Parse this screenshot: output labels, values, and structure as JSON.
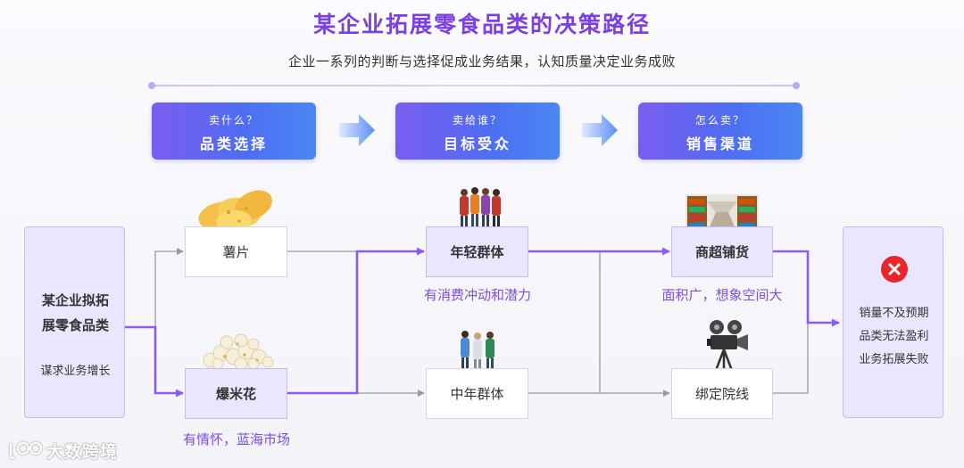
{
  "title": "某企业拓展零食品类的决策路径",
  "subtitle": "企业一系列的判断与选择促成业务结果，认知质量决定业务成败",
  "stages": [
    {
      "question": "卖什么？",
      "name": "品类选择"
    },
    {
      "question": "卖给谁？",
      "name": "目标受众"
    },
    {
      "question": "怎么卖？",
      "name": "销售渠道"
    }
  ],
  "start": {
    "line1": "某企业拟拓",
    "line2": "展零食品类",
    "goal": "谋求业务增长"
  },
  "categories": {
    "chips": "薯片",
    "popcorn": "爆米花",
    "popcorn_note": "有情怀，蓝海市场"
  },
  "audiences": {
    "young": "年轻群体",
    "young_note": "有消费冲动和潜力",
    "middle": "中年群体"
  },
  "channels": {
    "supermarket": "商超铺货",
    "supermarket_note": "面积广，想象空间大",
    "cinema": "绑定院线"
  },
  "outcome": {
    "line1": "销量不及预期",
    "line2": "品类无法盈利",
    "line3": "业务拓展失败"
  },
  "brand": "大数跨境",
  "colors": {
    "accent": "#8a5cf0",
    "title": "#7b3fe4",
    "fail": "#e8262c",
    "gray_line": "#9a9a9a"
  },
  "icons": [
    "right-arrow-icon",
    "chips-icon",
    "popcorn-icon",
    "crowd-icon",
    "family-icon",
    "supermarket-icon",
    "film-camera-icon",
    "fail-cross-icon"
  ]
}
